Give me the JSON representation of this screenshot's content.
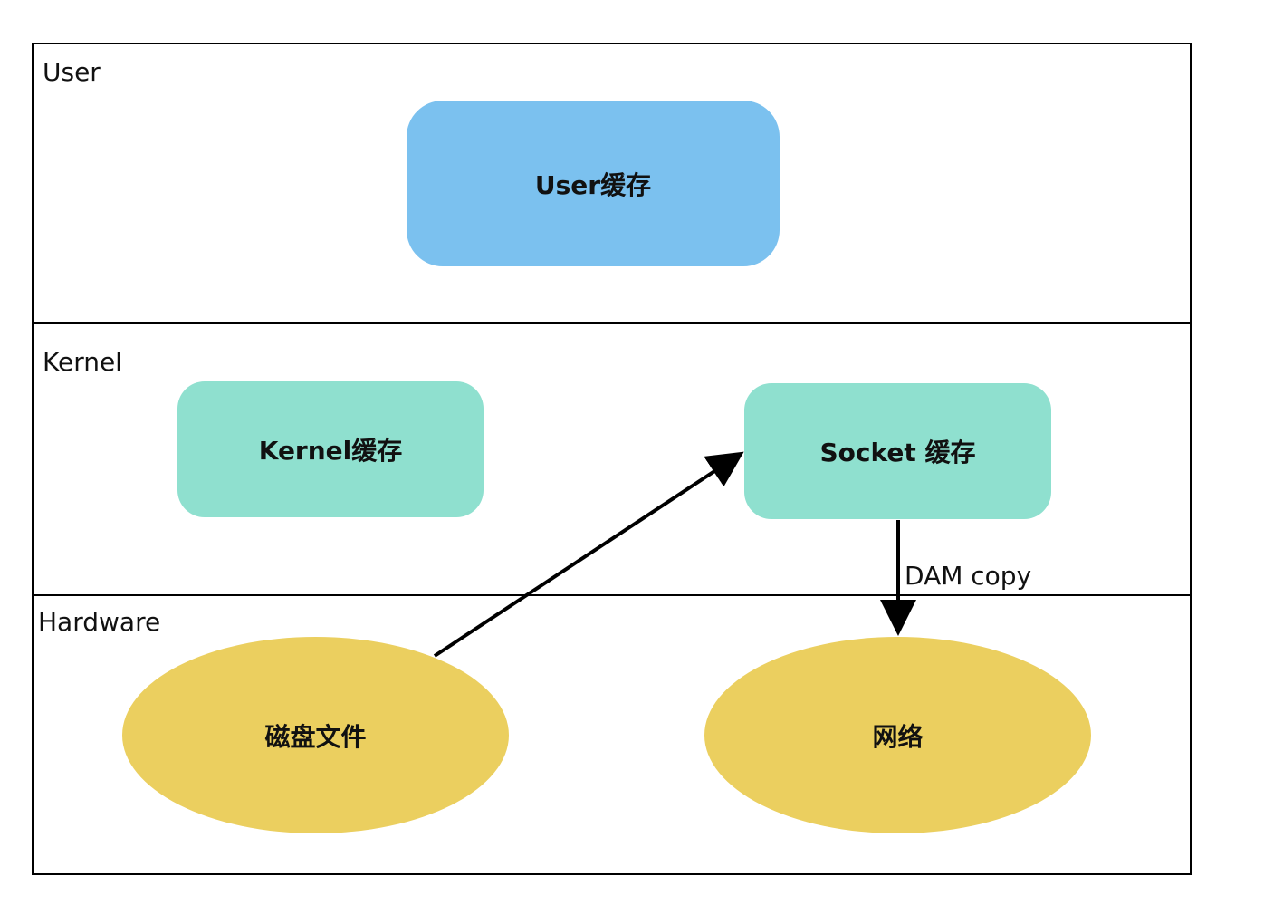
{
  "regions": {
    "user": "User",
    "kernel": "Kernel",
    "hardware": "Hardware"
  },
  "nodes": {
    "user_buffer": "User缓存",
    "kernel_buffer": "Kernel缓存",
    "socket_buffer": "Socket 缓存",
    "disk_file": "磁盘文件",
    "network": "网络"
  },
  "edges": {
    "dma_label": "DAM copy"
  },
  "colors": {
    "user_buffer": "#7bc1ef",
    "kernel_buffers": "#8fe0cf",
    "hardware_nodes": "#ebcf5f",
    "lines": "#000000"
  }
}
